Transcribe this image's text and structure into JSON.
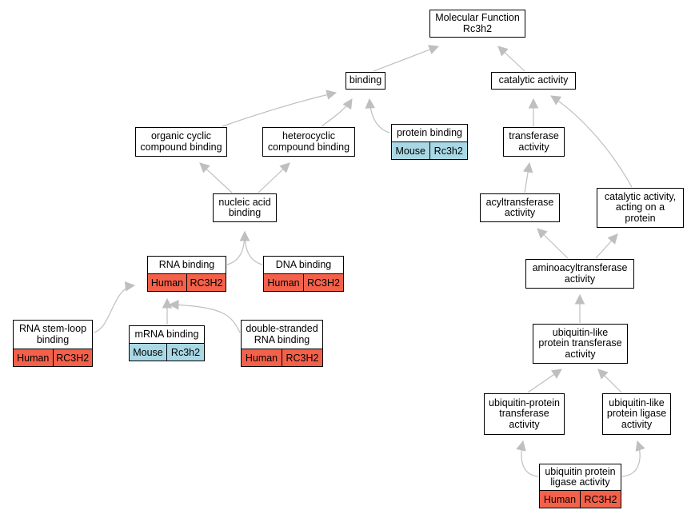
{
  "diagram": {
    "nodes": {
      "molecular_function": {
        "label": "Molecular Function\nRc3h2"
      },
      "binding": {
        "label": "binding"
      },
      "catalytic_activity": {
        "label": "catalytic activity"
      },
      "organic_cyclic": {
        "label": "organic cyclic\ncompound binding"
      },
      "heterocyclic": {
        "label": "heterocyclic\ncompound binding"
      },
      "protein_binding": {
        "label": "protein binding",
        "species": "Mouse",
        "gene": "Rc3h2"
      },
      "transferase_activity": {
        "label": "transferase\nactivity"
      },
      "nucleic_acid_binding": {
        "label": "nucleic acid\nbinding"
      },
      "acyltransferase_activity": {
        "label": "acyltransferase\nactivity"
      },
      "catalytic_on_protein": {
        "label": "catalytic activity,\nacting on a\nprotein"
      },
      "rna_binding": {
        "label": "RNA binding",
        "species": "Human",
        "gene": "RC3H2"
      },
      "dna_binding": {
        "label": "DNA binding",
        "species": "Human",
        "gene": "RC3H2"
      },
      "aminoacyltransferase": {
        "label": "aminoacyltransferase\nactivity"
      },
      "rna_stem_loop": {
        "label": "RNA stem-loop\nbinding",
        "species": "Human",
        "gene": "RC3H2"
      },
      "mrna_binding": {
        "label": "mRNA binding",
        "species": "Mouse",
        "gene": "Rc3h2"
      },
      "dsrna_binding": {
        "label": "double-stranded\nRNA binding",
        "species": "Human",
        "gene": "RC3H2"
      },
      "ubl_transferase": {
        "label": "ubiquitin-like\nprotein transferase\nactivity"
      },
      "ub_transferase": {
        "label": "ubiquitin-protein\ntransferase\nactivity"
      },
      "ubl_ligase": {
        "label": "ubiquitin-like\nprotein ligase\nactivity"
      },
      "ub_ligase": {
        "label": "ubiquitin protein\nligase activity",
        "species": "Human",
        "gene": "RC3H2"
      }
    },
    "edges": [
      [
        "binding",
        "molecular_function"
      ],
      [
        "catalytic_activity",
        "molecular_function"
      ],
      [
        "organic_cyclic",
        "binding"
      ],
      [
        "heterocyclic",
        "binding"
      ],
      [
        "protein_binding",
        "binding"
      ],
      [
        "transferase_activity",
        "catalytic_activity"
      ],
      [
        "catalytic_on_protein",
        "catalytic_activity"
      ],
      [
        "nucleic_acid_binding",
        "organic_cyclic"
      ],
      [
        "nucleic_acid_binding",
        "heterocyclic"
      ],
      [
        "acyltransferase_activity",
        "transferase_activity"
      ],
      [
        "rna_binding",
        "nucleic_acid_binding"
      ],
      [
        "dna_binding",
        "nucleic_acid_binding"
      ],
      [
        "aminoacyltransferase",
        "acyltransferase_activity"
      ],
      [
        "aminoacyltransferase",
        "catalytic_on_protein"
      ],
      [
        "rna_stem_loop",
        "rna_binding"
      ],
      [
        "mrna_binding",
        "rna_binding"
      ],
      [
        "dsrna_binding",
        "rna_binding"
      ],
      [
        "ubl_transferase",
        "aminoacyltransferase"
      ],
      [
        "ub_transferase",
        "ubl_transferase"
      ],
      [
        "ubl_ligase",
        "ubl_transferase"
      ],
      [
        "ub_ligase",
        "ub_transferase"
      ],
      [
        "ub_ligase",
        "ubl_ligase"
      ]
    ]
  },
  "colors": {
    "edge": "#bfbfbf",
    "human": "#f4614a",
    "mouse": "#a9d8e5"
  }
}
